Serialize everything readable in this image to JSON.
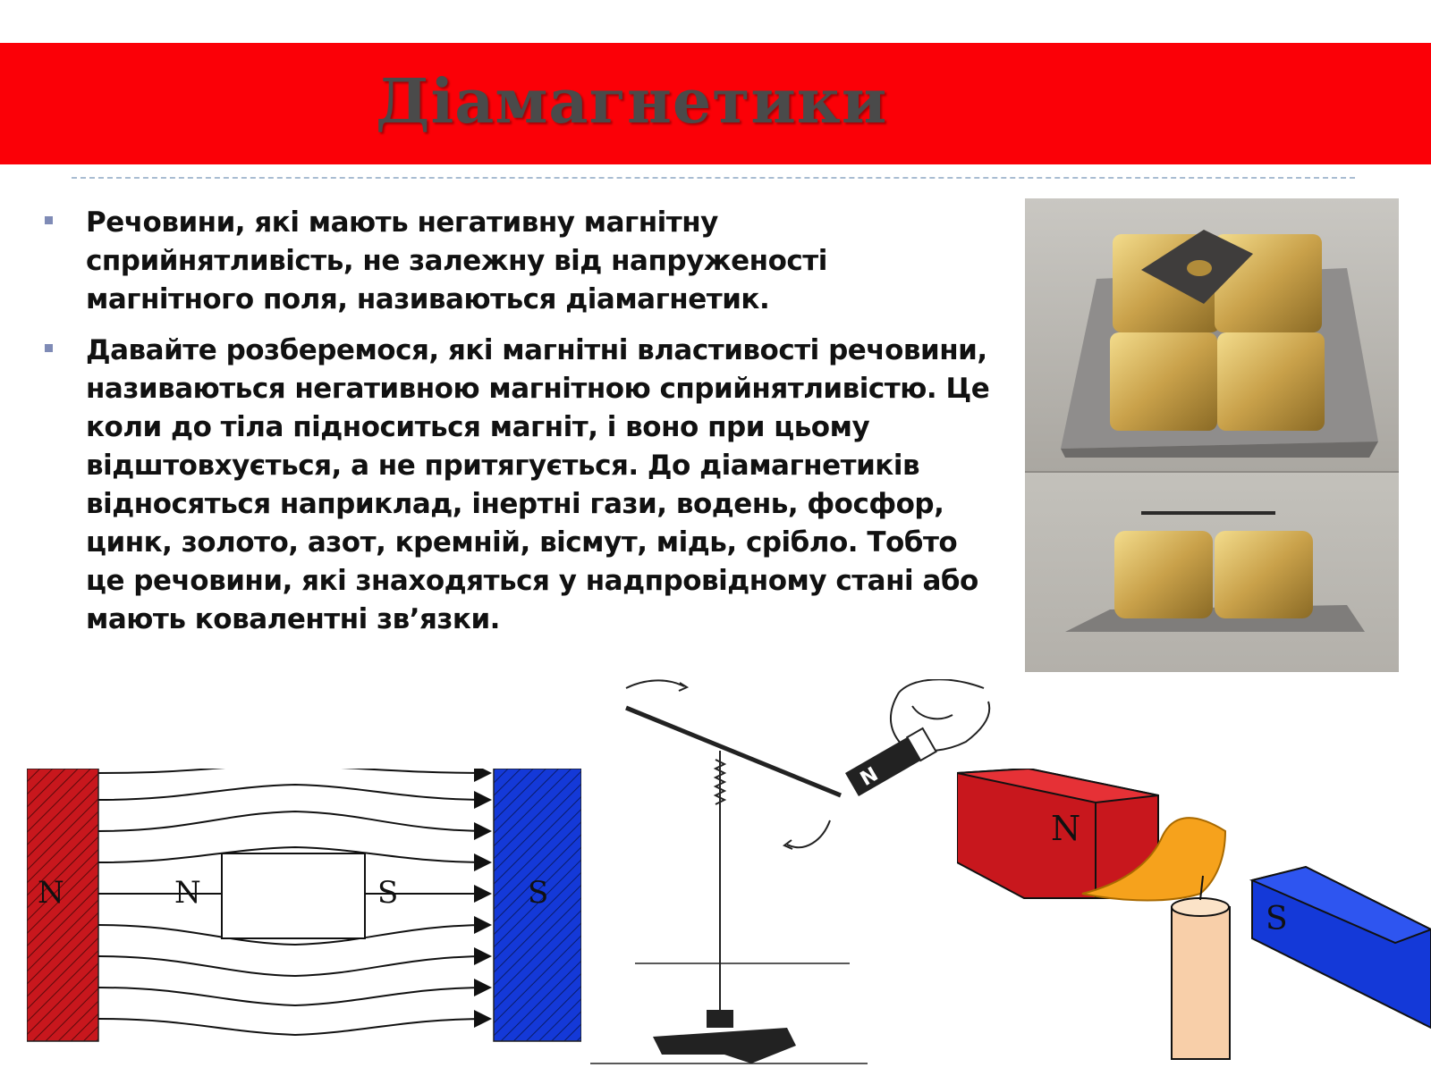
{
  "slide": {
    "title": "Діамагнетики",
    "bullets": [
      {
        "text": "Речовини, які мають негативну магнітну сприйнятливість, не залежну від напруженості магнітного поля, називаються діамагнетик."
      },
      {
        "text": "Давайте розберемося, які магнітні властивості речовини, називаються негативною магнітною сприйнятливістю. Це коли до тіла підноситься магніт, і воно при цьому відштовхується, а не притягується. До діамагнетиків відносяться наприклад, інертні гази, водень, фосфор, цинк, золото, азот, кремній, вісмут, мідь, срібло. Тобто це речовини, які знаходяться у надпровідному стані або мають ковалентні зв’язки."
      }
    ]
  },
  "field_diagram": {
    "left_pole": "N",
    "right_pole": "S",
    "sample_left": "N",
    "sample_right": "S"
  },
  "magnet_handheld": {
    "label": "N"
  },
  "candle_demo": {
    "left_pole": "N",
    "right_pole": "S"
  },
  "colors": {
    "title_bar": "#fb0007",
    "title_text": "#4a4a4a",
    "bullet_marker": "#7f8bb6",
    "north_pole": "#c8171d",
    "south_pole": "#1439d8",
    "flame": "#f6a21c",
    "candle": "#f8cfa9"
  }
}
